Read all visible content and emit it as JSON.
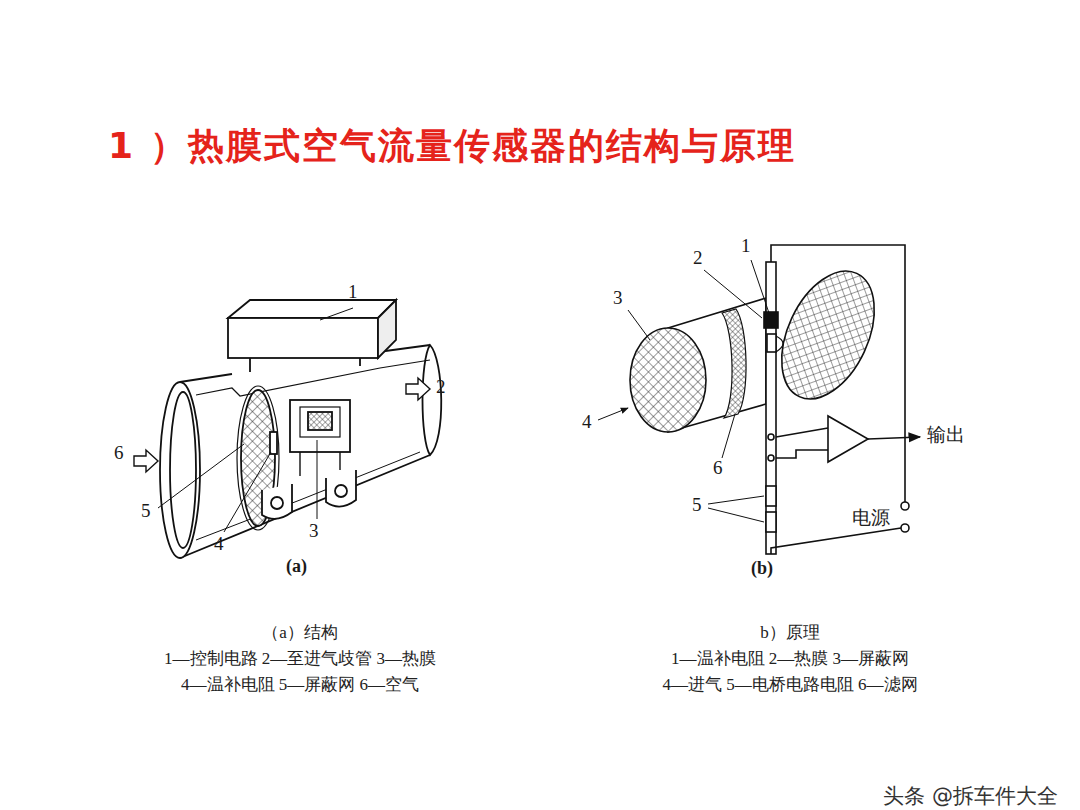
{
  "diagram": {
    "title": "1 ）热膜式空气流量传感器的结构与原理",
    "labels": [
      "1",
      "2",
      "6",
      "5",
      "4",
      "3",
      "(a)",
      "1",
      "2",
      "3",
      "4",
      "输出",
      "6",
      "5",
      "电源",
      "(b)",
      "（a）结构",
      "1—控制电路 2—至进气歧管 3—热膜",
      "4—温补电阻 5—屏蔽网 6—空气",
      "b）原理",
      "1—温补电阻 2—热膜 3—屏蔽网",
      "4—进气 5—电桥电路电阻 6—滤网",
      "头条 @拆车件大全"
    ]
  }
}
